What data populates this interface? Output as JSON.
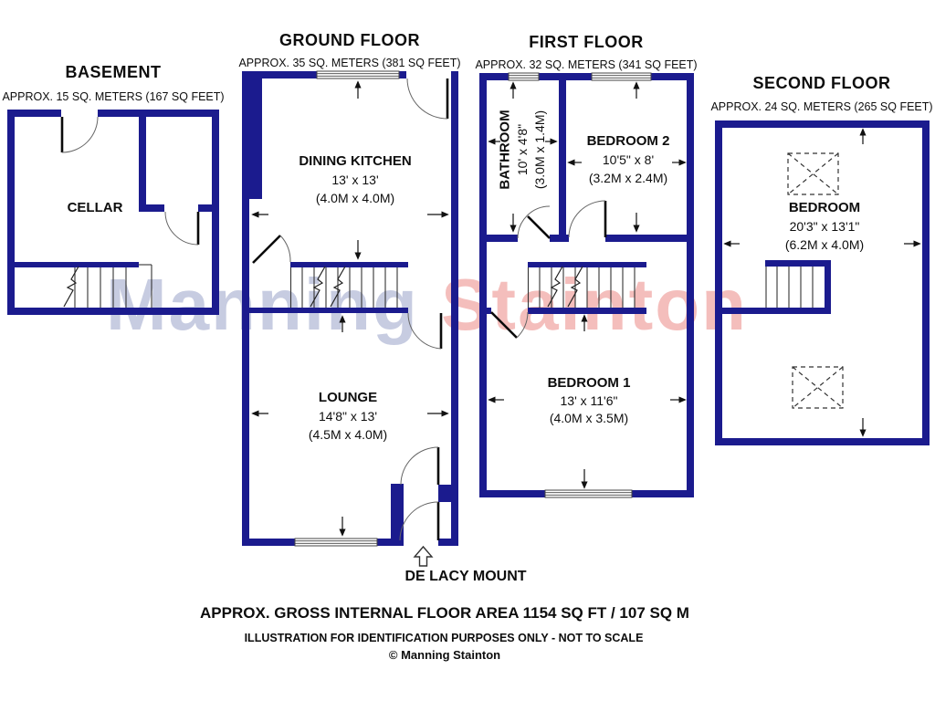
{
  "colors": {
    "wall": "#1b1b8e",
    "watermark_blue": "#c7cce1",
    "watermark_pink": "#f4bebc"
  },
  "watermark": {
    "part1": "Manning",
    "part2": "Stainton"
  },
  "floors": {
    "basement": {
      "title": "BASEMENT",
      "area": "APPROX. 15 SQ. METERS (167 SQ FEET)",
      "rooms": {
        "cellar": {
          "name": "CELLAR"
        }
      }
    },
    "ground": {
      "title": "GROUND FLOOR",
      "area": "APPROX. 35 SQ. METERS (381 SQ FEET)",
      "rooms": {
        "dining_kitchen": {
          "name": "DINING KITCHEN",
          "imperial": "13' x 13'",
          "metric": "(4.0M x 4.0M)"
        },
        "lounge": {
          "name": "LOUNGE",
          "imperial": "14'8\" x 13'",
          "metric": "(4.5M x 4.0M)"
        }
      }
    },
    "first": {
      "title": "FIRST FLOOR",
      "area": "APPROX. 32 SQ. METERS (341 SQ FEET)",
      "rooms": {
        "bathroom": {
          "name": "BATHROOM",
          "imperial": "10' x 4'8\"",
          "metric": "(3.0M x 1.4M)"
        },
        "bedroom2": {
          "name": "BEDROOM 2",
          "imperial": "10'5\" x 8'",
          "metric": "(3.2M x 2.4M)"
        },
        "bedroom1": {
          "name": "BEDROOM 1",
          "imperial": "13' x 11'6\"",
          "metric": "(4.0M x 3.5M)"
        }
      }
    },
    "second": {
      "title": "SECOND FLOOR",
      "area": "APPROX. 24 SQ. METERS (265 SQ FEET)",
      "rooms": {
        "bedroom": {
          "name": "BEDROOM",
          "imperial": "20'3\" x 13'1\"",
          "metric": "(6.2M x 4.0M)"
        }
      }
    }
  },
  "entrance": {
    "street": "DE LACY MOUNT"
  },
  "footer": {
    "gross_area": "APPROX. GROSS INTERNAL FLOOR AREA 1154 SQ FT / 107 SQ M",
    "disclaimer": "ILLUSTRATION FOR IDENTIFICATION PURPOSES ONLY - NOT TO SCALE",
    "copyright": "© Manning Stainton"
  }
}
